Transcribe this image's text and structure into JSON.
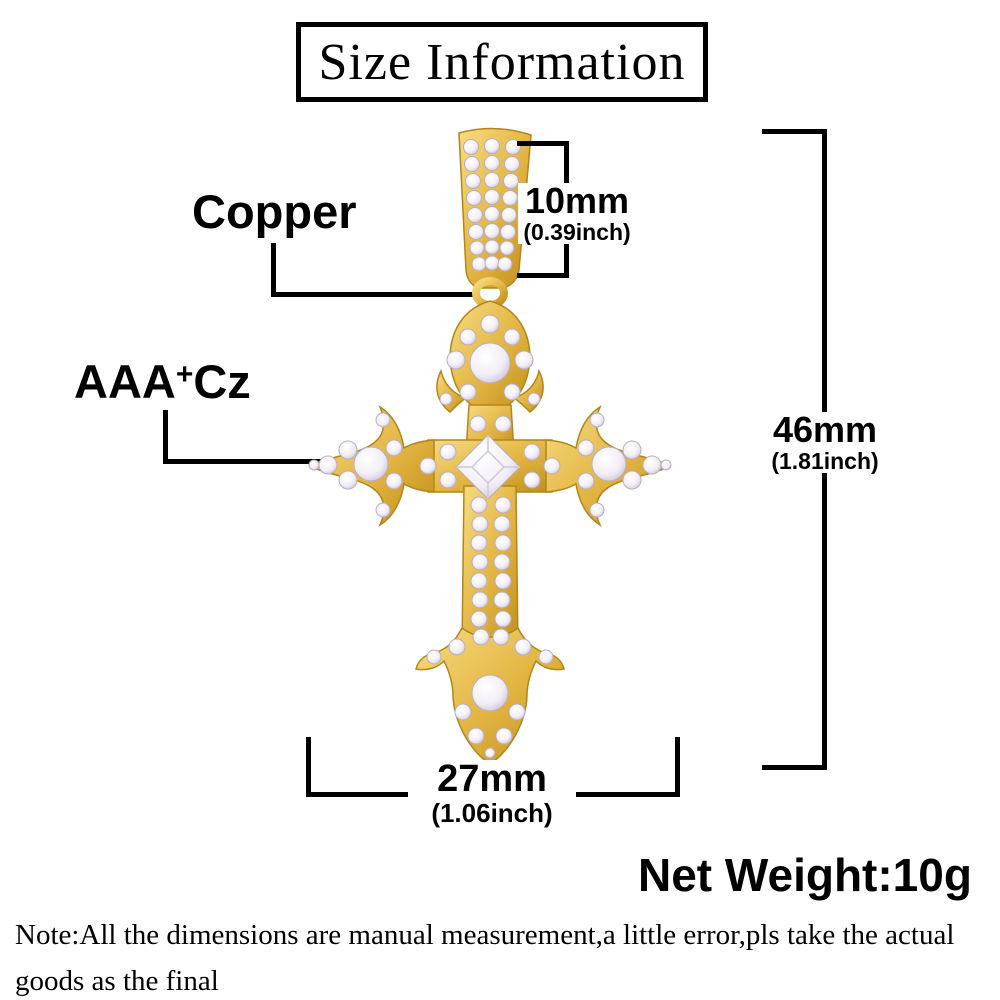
{
  "title": "Size Information",
  "material_label": "Copper",
  "stone_label": {
    "prefix": "AAA",
    "sup": "+",
    "suffix": "Cz"
  },
  "dims": {
    "bail": {
      "mm": "10mm",
      "inch": "(0.39inch)"
    },
    "height": {
      "mm": "46mm",
      "inch": "(1.81inch)"
    },
    "width": {
      "mm": "27mm",
      "inch": "(1.06inch)"
    }
  },
  "weight_label": "Net Weight:10g",
  "note": {
    "line1": "Note:All the dimensions are manual measurement,a little error,pls take the actual",
    "line2": "goods as the final"
  },
  "colors": {
    "gold": "#e2b441",
    "gold_dark": "#b2861a",
    "stone": "#f2eef6",
    "line": "#000000"
  }
}
